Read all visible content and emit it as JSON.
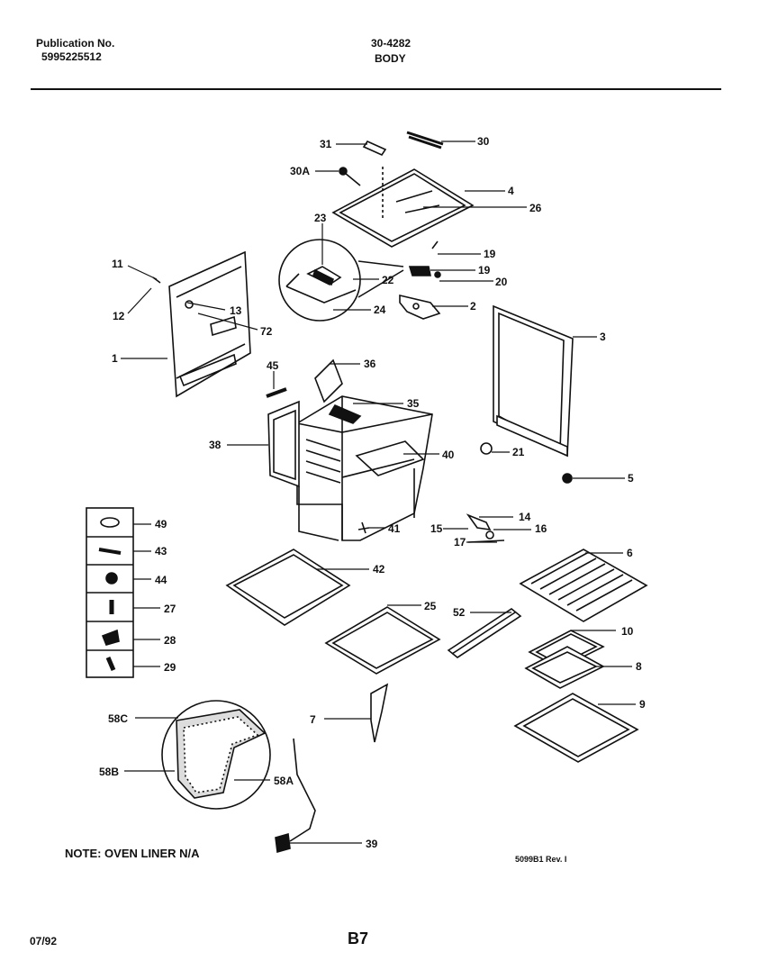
{
  "header": {
    "publication_label": "Publication No.",
    "publication_number": "5995225512",
    "model_code": "30-4282",
    "section_title": "BODY"
  },
  "notes": {
    "oven_liner": "NOTE: OVEN LINER N/A",
    "drawing_ref": "5099B1 Rev. I"
  },
  "footer": {
    "date": "07/92",
    "page": "B7"
  },
  "parts": [
    "1",
    "2",
    "3",
    "4",
    "5",
    "6",
    "7",
    "8",
    "9",
    "10",
    "11",
    "12",
    "13",
    "14",
    "15",
    "16",
    "17",
    "19",
    "19",
    "20",
    "21",
    "22",
    "23",
    "24",
    "25",
    "26",
    "27",
    "28",
    "29",
    "30",
    "30A",
    "31",
    "35",
    "38",
    "39",
    "40",
    "41",
    "42",
    "43",
    "44",
    "45",
    "49",
    "52",
    "58A",
    "58B",
    "58C",
    "72",
    "36"
  ],
  "callouts": {
    "c31": "31",
    "c30": "30",
    "c30a": "30A",
    "c4": "4",
    "c26": "26",
    "c23": "23",
    "c19a": "19",
    "c19b": "19",
    "c20": "20",
    "c22": "22",
    "c24": "24",
    "c2": "2",
    "c3": "3",
    "c11": "11",
    "c12": "12",
    "c13": "13",
    "c72": "72",
    "c1": "1",
    "c45": "45",
    "c36": "36",
    "c35": "35",
    "c38": "38",
    "c40": "40",
    "c21": "21",
    "c5": "5",
    "c41": "41",
    "c14": "14",
    "c15": "15",
    "c16": "16",
    "c17": "17",
    "c49": "49",
    "c43": "43",
    "c44": "44",
    "c27": "27",
    "c28": "28",
    "c29": "29",
    "c42": "42",
    "c25": "25",
    "c52": "52",
    "c6": "6",
    "c10": "10",
    "c8": "8",
    "c9": "9",
    "c7": "7",
    "c58c": "58C",
    "c58b": "58B",
    "c58a": "58A",
    "c39": "39"
  }
}
